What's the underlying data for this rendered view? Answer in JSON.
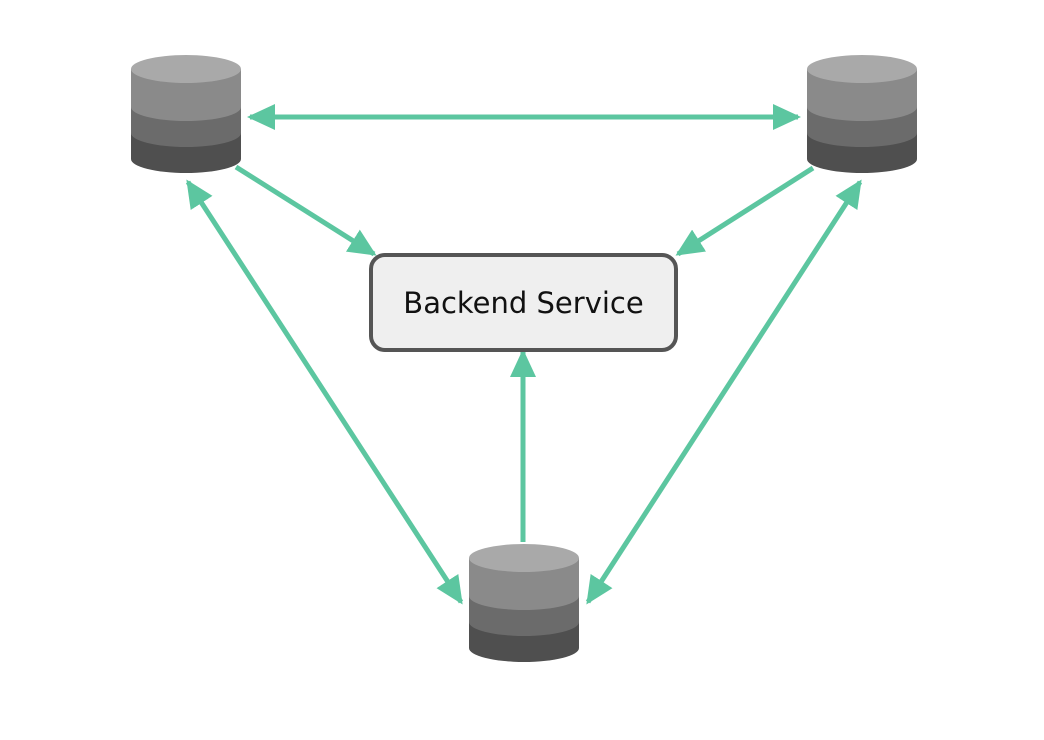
{
  "service": {
    "label": "Backend Service"
  },
  "databases": [
    {
      "id": "db-top-left",
      "icon": "database-icon"
    },
    {
      "id": "db-top-right",
      "icon": "database-icon"
    },
    {
      "id": "db-bottom",
      "icon": "database-icon"
    }
  ],
  "connections": [
    {
      "from": "db-top-left",
      "to": "db-top-right",
      "direction": "bidirectional"
    },
    {
      "from": "db-top-left",
      "to": "db-bottom",
      "direction": "bidirectional"
    },
    {
      "from": "db-top-right",
      "to": "db-bottom",
      "direction": "bidirectional"
    },
    {
      "from": "db-top-left",
      "to": "service",
      "direction": "to-service"
    },
    {
      "from": "db-top-right",
      "to": "service",
      "direction": "to-service"
    },
    {
      "from": "db-bottom",
      "to": "service",
      "direction": "to-service"
    }
  ],
  "colors": {
    "arrow": "#5cc6a0",
    "service_fill": "#efefef",
    "service_stroke": "#555555",
    "db_top": "#a9a9a9",
    "db_band_1": "#8a8a8a",
    "db_band_2": "#6b6b6b",
    "db_band_3": "#4f4f4f"
  }
}
